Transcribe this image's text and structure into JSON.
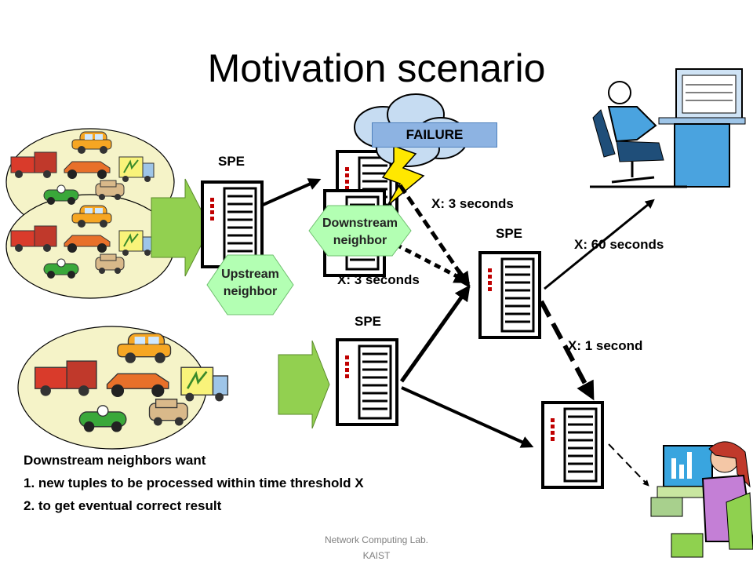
{
  "slide": {
    "title": "Motivation scenario",
    "failure_label": "FAILURE",
    "spe_labels": [
      "SPE",
      "SPE",
      "SPE"
    ],
    "upstream": {
      "line1": "Upstream",
      "line2": "neighbor"
    },
    "downstream": {
      "line1": "Downstream",
      "line2": "neighbor"
    },
    "timing": {
      "x3_top": "X: 3 seconds",
      "x3_bottom": "X: 3 seconds",
      "x60": "X: 60 seconds",
      "x1": "X: 1 second"
    },
    "requirements": {
      "heading": "Downstream neighbors want",
      "items": [
        "1. new tuples to be processed within time threshold X",
        "2. to get eventual correct result"
      ]
    },
    "footer": {
      "line1": "Network Computing Lab.",
      "line2": "KAIST"
    }
  },
  "colors": {
    "ellipse_fill": "#f5f3c8",
    "green_arrow": "#92d050",
    "hexagon": "#b3ffb3",
    "failure_box": "#8db3e2",
    "server_led": "#c00000"
  }
}
